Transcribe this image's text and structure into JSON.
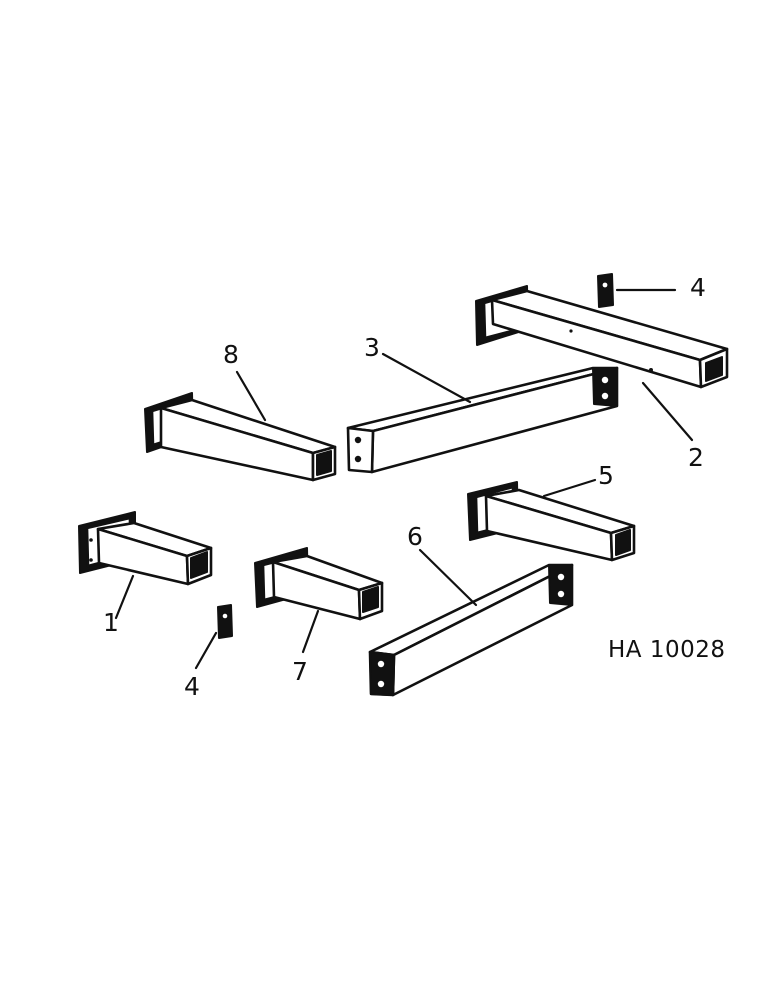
{
  "drawing": {
    "reference_code": "HA 10028"
  },
  "callouts": {
    "c1": "1",
    "c2": "2",
    "c3": "3",
    "c4_top": "4",
    "c4_bottom": "4",
    "c5": "5",
    "c6": "6",
    "c7": "7",
    "c8": "8"
  }
}
